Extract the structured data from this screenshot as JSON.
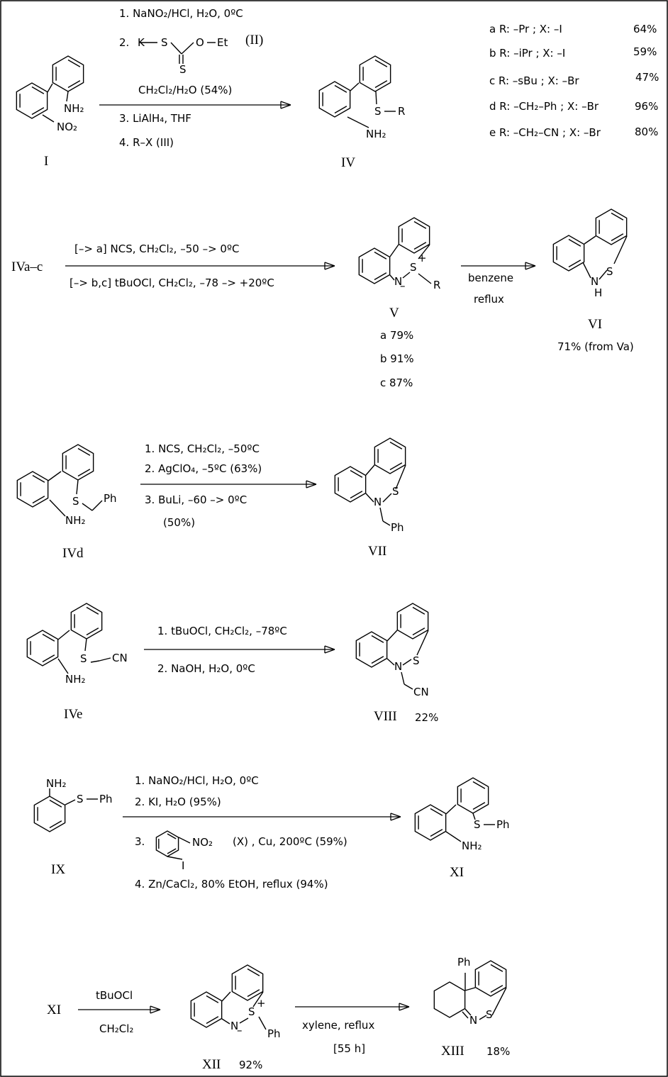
{
  "scheme1": {
    "reagents": [
      "1. NaNO₂/HCl, H₂O,   0ºC",
      "2. ",
      "(II)",
      "CH₂Cl₂/H₂O (54%)",
      "3. LiAlH₄,  THF",
      "4. R–X  (III)"
    ],
    "reagent_II_atoms": {
      "k": "K",
      "s1": "S",
      "o": "O",
      "et": "Et",
      "s2": "S"
    },
    "start": {
      "nh2": "NH₂",
      "no2": "NO₂",
      "label": "I"
    },
    "product": {
      "s": "S",
      "r": "R",
      "nh2": "NH₂",
      "label": "IV"
    },
    "variants": [
      {
        "text": "a R: –Pr ; X: –I",
        "yield": "64%"
      },
      {
        "text": "b R: –iPr ; X: –I",
        "yield": "59%"
      },
      {
        "text": "c R: –sBu ; X: –Br",
        "yield": "47%"
      },
      {
        "text": "d R: –CH₂–Ph ; X: –Br",
        "yield": "96%"
      },
      {
        "text": "e R: –CH₂–CN ; X: –Br",
        "yield": "80%"
      }
    ]
  },
  "scheme2": {
    "start_label": "IVa–c",
    "cond_a": "[–> a]  NCS, CH₂Cl₂,   –50 –> 0ºC",
    "cond_bc": "[–> b,c]  tBuOCl, CH₂Cl₂,   –78 –> +20ºC",
    "product": {
      "s": "S",
      "plus": "+",
      "n": "N",
      "minus": "–",
      "r": "R",
      "label": "V"
    },
    "yields": [
      "a 79%",
      "b 91%",
      "c 87%"
    ],
    "cond2": [
      "benzene",
      "reflux"
    ],
    "product2": {
      "s": "S",
      "n": "N",
      "h": "H",
      "label": "VI",
      "yield": "71% (from Va)"
    }
  },
  "scheme3": {
    "start": {
      "s": "S",
      "ph": "Ph",
      "nh2": "NH₂",
      "label": "IVd"
    },
    "conditions": [
      "1. NCS, CH₂Cl₂,  –50ºC",
      "2. AgClO₄,  –5ºC  (63%)",
      "3. BuLi, –60 –> 0ºC",
      "(50%)"
    ],
    "product": {
      "s": "S",
      "n": "N",
      "ph": "Ph",
      "label": "VII"
    }
  },
  "scheme4": {
    "start": {
      "s": "S",
      "cn": "CN",
      "nh2": "NH₂",
      "label": "IVe"
    },
    "conditions": [
      "1. tBuOCl, CH₂Cl₂,  –78ºC",
      "2. NaOH,  H₂O,  0ºC"
    ],
    "product": {
      "s": "S",
      "n": "N",
      "cn": "CN",
      "label": "VIII",
      "yield": "22%"
    }
  },
  "scheme5": {
    "start": {
      "nh2": "NH₂",
      "s": "S",
      "ph": "Ph",
      "label": "IX"
    },
    "conditions": [
      "1. NaNO₂/HCl, H₂O,   0ºC",
      "2. KI,  H₂O   (95%)",
      "3.",
      "(X) ,  Cu,   200ºC   (59%)",
      "4. Zn/CaCl₂,  80% EtOH,   reflux  (94%)"
    ],
    "reagent_X_atoms": {
      "no2": "NO₂",
      "i": "I"
    },
    "product": {
      "s": "S",
      "ph": "Ph",
      "nh2": "NH₂",
      "label": "XI"
    }
  },
  "scheme6": {
    "start_label": "XI",
    "cond1": [
      "tBuOCl",
      "CH₂Cl₂"
    ],
    "product": {
      "s": "S",
      "plus": "+",
      "n": "N",
      "minus": "–",
      "ph": "Ph",
      "label": "XII",
      "yield": "92%"
    },
    "cond2": [
      "xylene,   reflux",
      "[55 h]"
    ],
    "product2": {
      "ph": "Ph",
      "n": "N",
      "s": "S",
      "label": "XIII",
      "yield": "18%"
    }
  }
}
